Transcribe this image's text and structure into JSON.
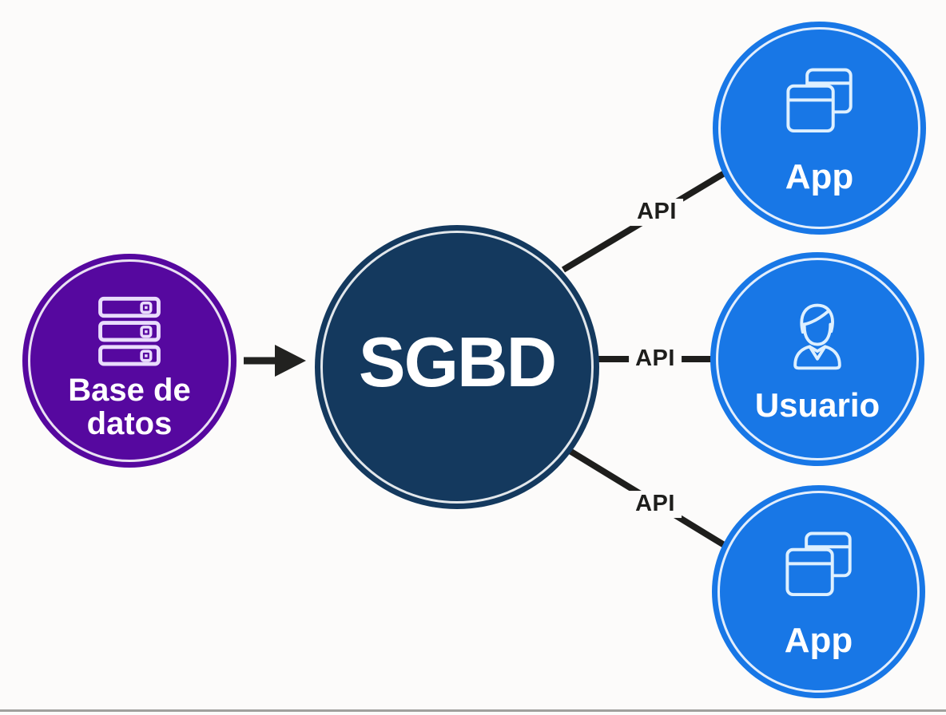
{
  "diagram": {
    "background_color": "#fcfbfa",
    "nodes": {
      "database": {
        "label": "Base de datos",
        "color": "#56089f",
        "icon": "server-stack-icon"
      },
      "sgbd": {
        "label": "SGBD",
        "color": "#14395e"
      },
      "app_top": {
        "label": "App",
        "color": "#1877e6",
        "icon": "app-windows-icon"
      },
      "usuario": {
        "label": "Usuario",
        "color": "#1877e6",
        "icon": "user-icon"
      },
      "app_bottom": {
        "label": "App",
        "color": "#1877e6",
        "icon": "app-windows-icon"
      }
    },
    "connections": {
      "database_to_sgbd": {
        "type": "arrow"
      },
      "to_app_top": {
        "label": "API"
      },
      "to_usuario": {
        "label": "API"
      },
      "to_app_bottom": {
        "label": "API"
      },
      "line_color": "#1e1e1c",
      "api_text_color": "#1e1e1c"
    }
  }
}
